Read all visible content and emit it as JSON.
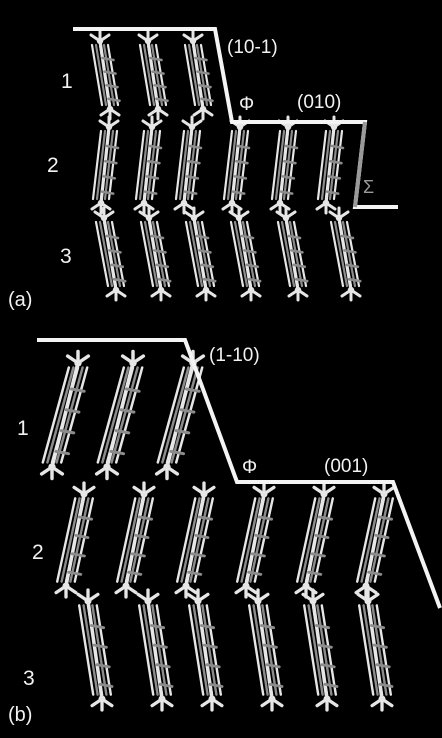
{
  "panel_a": {
    "tag": "(a)",
    "plane_upper": "(10-1)",
    "plane_lower": "(010)",
    "step_symbol": "Φ",
    "side_symbol": "Σ",
    "layer_numbers": [
      "1",
      "2",
      "3"
    ]
  },
  "panel_b": {
    "tag": "(b)",
    "plane_upper": "(1-10)",
    "plane_lower": "(001)",
    "step_symbol": "Φ",
    "layer_numbers": [
      "1",
      "2",
      "3"
    ]
  },
  "colors": {
    "background": "#000000",
    "outline": "#f4f4f4",
    "sigma_line": "#9a9a9a",
    "bond_light": "#e6e6e6",
    "bond_dark": "#8c8c8c",
    "text": "#f2f2f2"
  }
}
